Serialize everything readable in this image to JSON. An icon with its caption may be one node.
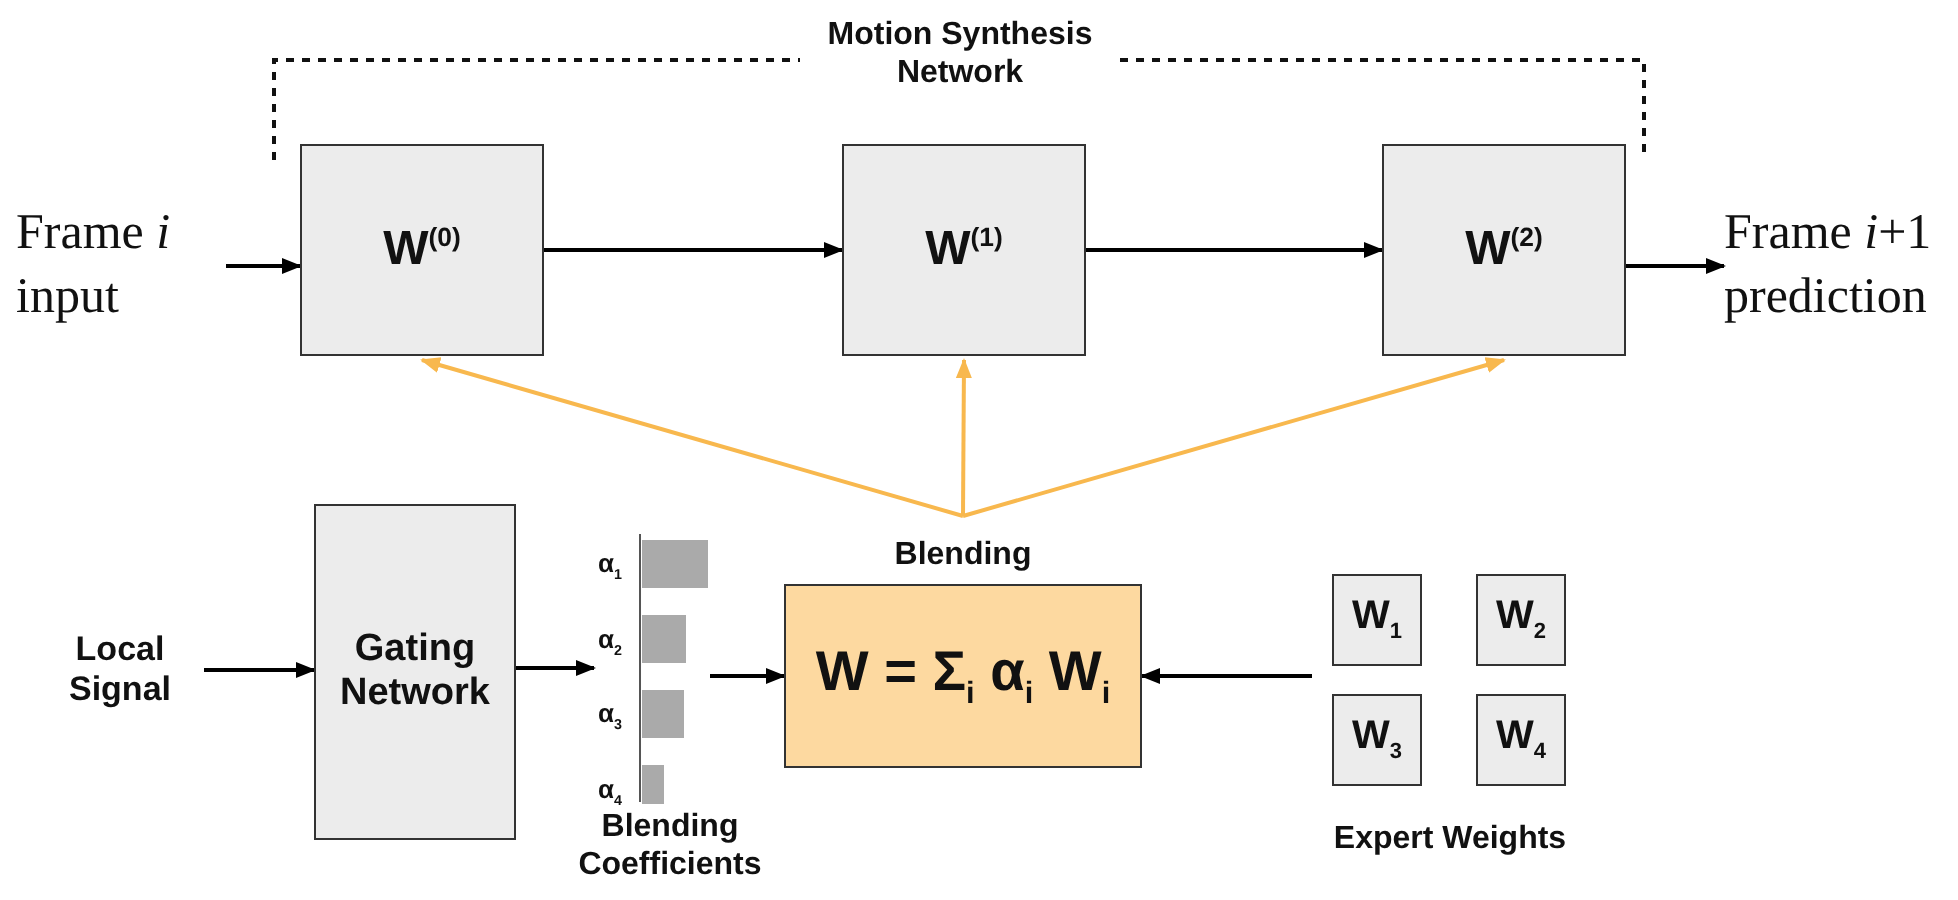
{
  "diagram": {
    "nodes": [
      {
        "text": [
          "Frame *i* input"
        ]
      },
      {
        "text": [
          "W$^{(0)}$"
        ]
      },
      {
        "text": [
          "W$^{(1)}$"
        ]
      },
      {
        "text": [
          "W$^{(2)}$"
        ]
      },
      {
        "text": [
          "Frame *i*+1 prediction"
        ]
      },
      {
        "text": [
          "Local Signal"
        ]
      },
      {
        "text": [
          "Gating Network"
        ]
      },
      {
        "text": [
          "α$_{1}$",
          "α$_{2}$",
          "α$_{3}$",
          "α$_{4}$"
        ],
        "beside": [
          "Blending Coefficients"
        ]
      },
      {
        "text": [
          "Blending",
          "W = Σ$_{i}$ α$_{i}$ W$_{i}$"
        ]
      },
      {
        "text": [
          "W$_{1}$"
        ]
      },
      {
        "text": [
          "W$_{2}$"
        ]
      },
      {
        "text": [
          "W$_{3}$"
        ]
      },
      {
        "text": [
          "W$_{4}$"
        ]
      }
    ],
    "edges": [
      {
        "from": 0,
        "to": 1,
        "arrow": "to"
      },
      {
        "from": 1,
        "to": 2,
        "arrow": "to"
      },
      {
        "from": 2,
        "to": 3,
        "arrow": "to"
      },
      {
        "from": 3,
        "to": 4,
        "arrow": "to"
      },
      {
        "from": 5,
        "to": 6,
        "arrow": "to"
      },
      {
        "from": 6,
        "to": 7,
        "arrow": "to"
      },
      {
        "from": 7,
        "to": 8,
        "arrow": "to"
      },
      {
        "from": 9,
        "to": 8,
        "arrow": "to"
      },
      {
        "from": 8,
        "to": 1,
        "arrow": "to",
        "color": "#f8b84e"
      },
      {
        "from": 8,
        "to": 2,
        "arrow": "to",
        "color": "#f8b84e"
      },
      {
        "from": 8,
        "to": 3,
        "arrow": "to",
        "color": "#f8b84e"
      }
    ],
    "labels": [
      "Motion Synthesis Network",
      "Expert Weights"
    ]
  }
}
